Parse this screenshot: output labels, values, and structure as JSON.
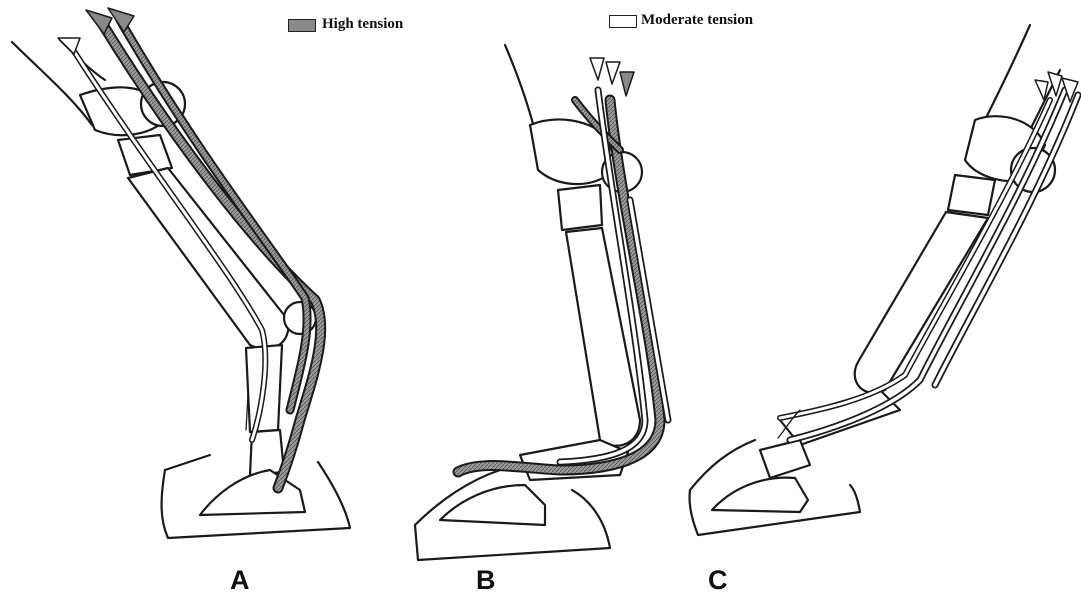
{
  "legend": {
    "high": {
      "label": "High tension",
      "color": "#8a8a8a"
    },
    "moderate": {
      "label": "Moderate tension",
      "color": "#ffffff"
    }
  },
  "panels": {
    "a": {
      "label": "A"
    },
    "b": {
      "label": "B"
    },
    "c": {
      "label": "C"
    }
  }
}
